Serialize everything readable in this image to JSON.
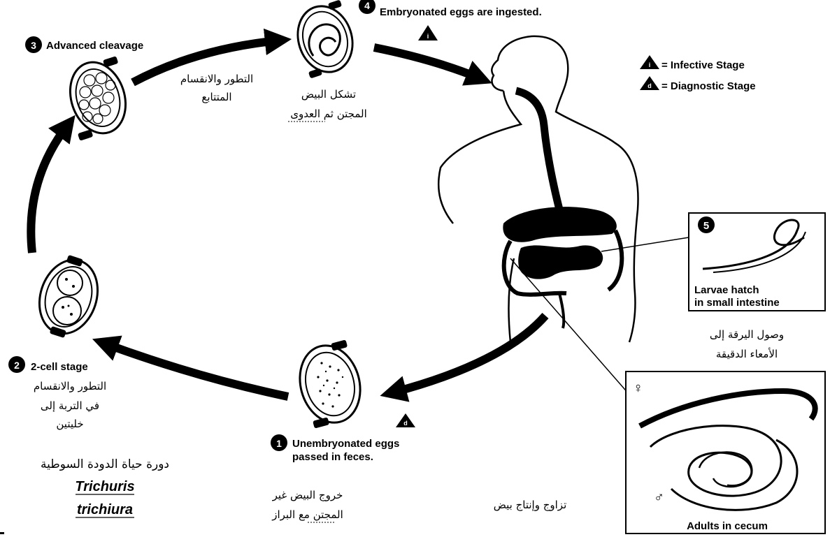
{
  "stages": {
    "s1": {
      "number": "1",
      "title_line1": "Unembryonated eggs",
      "title_line2": "passed in feces.",
      "ar_line1": "خروج البيض غير",
      "ar_line2": "المجتن مع البراز"
    },
    "s2": {
      "number": "2",
      "title": "2-cell stage",
      "ar_line1": "التطور والانقسام",
      "ar_line2": "في التربة إلى",
      "ar_line3": "خليتين"
    },
    "s3": {
      "number": "3",
      "title": "Advanced cleavage",
      "ar_line1": "التطور والانقسام",
      "ar_line2": "المتتابع"
    },
    "s4": {
      "number": "4",
      "title": "Embryonated eggs are ingested.",
      "ar_line1": "تشكل البيض",
      "ar_line2": "المجتن ثم العدوى"
    },
    "s5": {
      "number": "5",
      "title_line1": "Larvae hatch",
      "title_line2": "in small intestine",
      "ar_line1": "وصول اليرقة إلى",
      "ar_line2": "الأمعاء الدقيقة"
    },
    "s6": {
      "title": "Adults in cecum",
      "ar": "تزاوج وإنتاج بيض",
      "female_symbol": "♀",
      "male_symbol": "♂"
    }
  },
  "legend": {
    "infective_letter": "i",
    "infective_label": "= Infective Stage",
    "diagnostic_letter": "d",
    "diagnostic_label": "= Diagnostic Stage"
  },
  "caption": {
    "ar": "دورة حياة الدودة السوطية",
    "latin_line1": "Trichuris",
    "latin_line2": "trichiura"
  }
}
